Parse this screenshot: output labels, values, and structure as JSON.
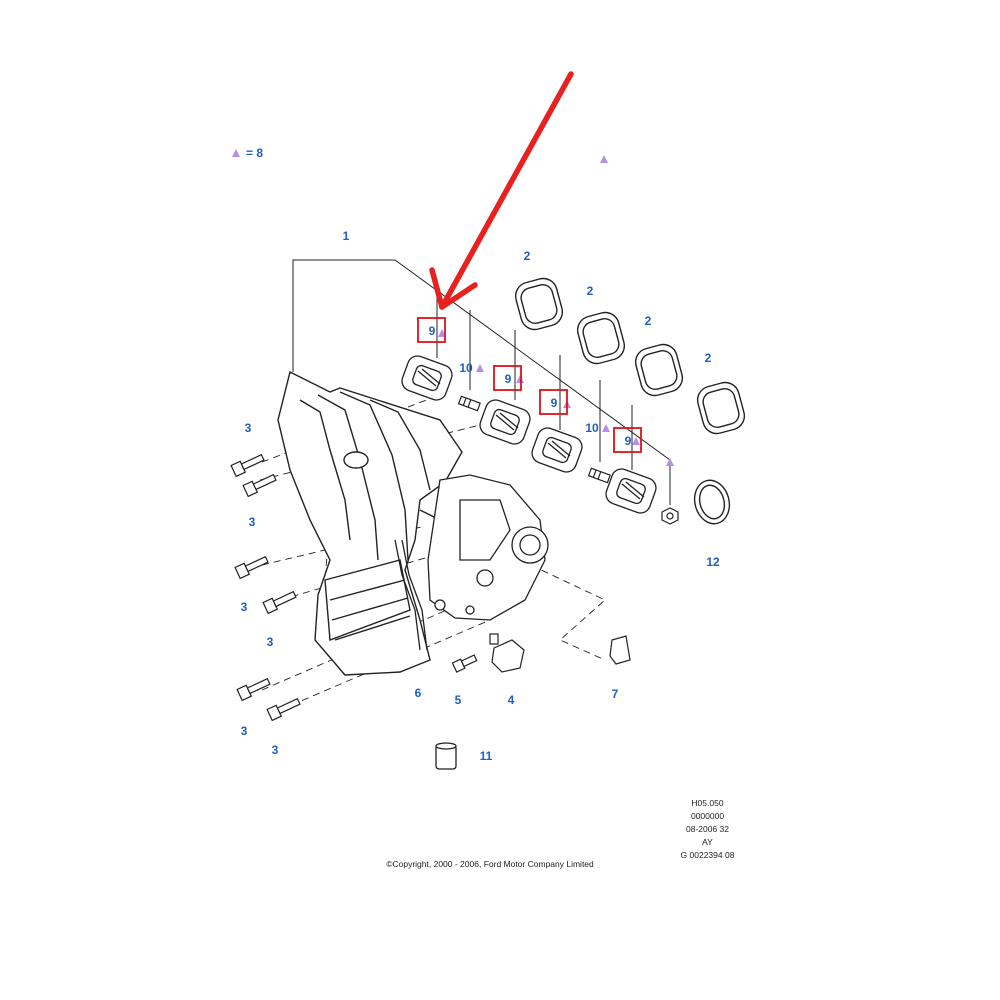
{
  "legend": {
    "symbol": "triangle",
    "text": "= 8",
    "color": "#b58ee8"
  },
  "callouts": {
    "c1": "1",
    "c2": "2",
    "c3": "3",
    "c4": "4",
    "c5": "5",
    "c6": "6",
    "c7": "7",
    "c9": "9",
    "c10": "10",
    "c11": "11",
    "c12": "12"
  },
  "colors": {
    "callout": "#1f5fbf",
    "highlight_box": "#e0101a",
    "arrow": "#e8201e",
    "triangle": "#b58ee8",
    "line": "#222222"
  },
  "meta": {
    "ref_lines": [
      "H05.050",
      "0000000",
      "08-2006 32",
      "AY",
      "G 0022394 08"
    ],
    "copyright": "©Copyright, 2000 - 2006, Ford Motor Company Limited"
  }
}
